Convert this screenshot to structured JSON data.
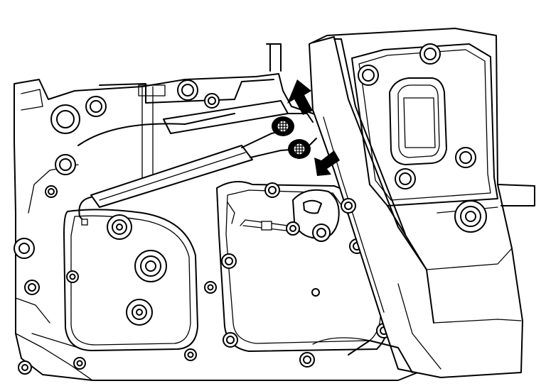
{
  "figure": {
    "subject": "transmission-case-harness-connector-removal",
    "line_color": "#000000",
    "background_color": "#ffffff",
    "callouts": [
      {
        "id": "upper-arrow",
        "target": "upper-connector",
        "icon": "pointer-arrow-icon"
      },
      {
        "id": "lower-arrow",
        "target": "lower-connector",
        "icon": "pointer-arrow-icon"
      }
    ]
  }
}
